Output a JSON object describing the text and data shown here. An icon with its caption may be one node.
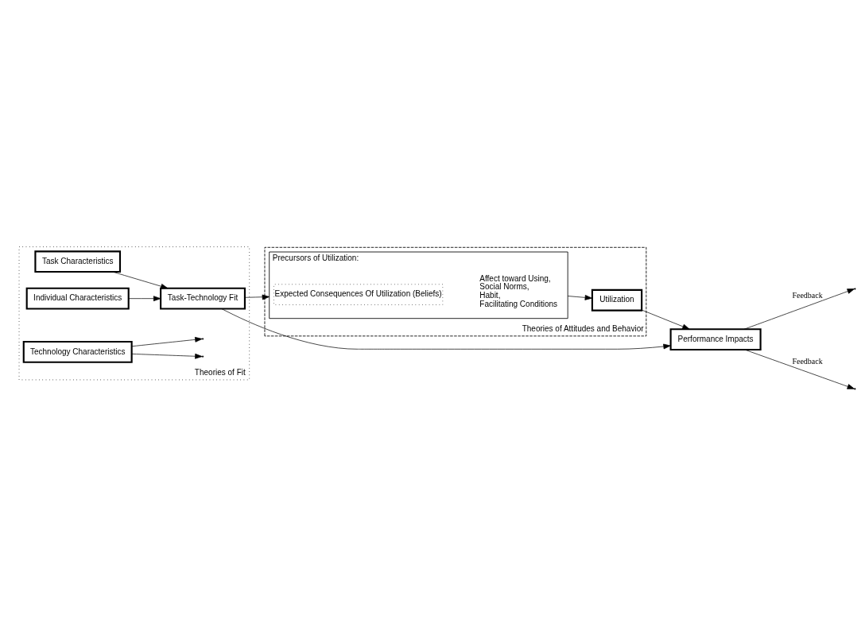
{
  "diagram": {
    "nodes": [
      {
        "text": [
          "Theories of Fit"
        ]
      },
      {
        "text": [
          "Task Characteristics"
        ],
        "in": 0
      },
      {
        "text": [
          "Technology Characteristics"
        ],
        "in": 0
      },
      {
        "text": [
          "Individual Characteristics"
        ],
        "in": 0
      },
      {
        "text": [
          "Task-Technology Fit"
        ],
        "in": 0
      },
      {
        "text": [
          "Performance Impacts"
        ]
      },
      {
        "text": [
          "Theories of Attitudes and Behavior"
        ]
      },
      {
        "text": [
          "Precursors of Utilization:",
          "Affect toward Using,",
          "Social Norms,",
          "Habit,",
          "Facilitating Conditions"
        ],
        "in": 6
      },
      {
        "text": [
          "Expected Consequences Of Utilization (Beliefs)"
        ],
        "in": 7
      },
      {
        "text": [
          "Utilization"
        ],
        "in": 6
      }
    ],
    "edges": [
      {
        "from": 1,
        "to": 4,
        "arrow": "to"
      },
      {
        "from": 2,
        "to": null,
        "arrow": "to"
      },
      {
        "from": 2,
        "to": null,
        "arrow": "to"
      },
      {
        "from": 3,
        "to": 4,
        "arrow": "to"
      },
      {
        "from": 4,
        "to": 7,
        "arrow": "to"
      },
      {
        "from": 7,
        "to": 9,
        "arrow": "to"
      },
      {
        "from": 4,
        "to": 5,
        "arrow": "to"
      },
      {
        "from": 9,
        "to": 5,
        "arrow": "to"
      },
      {
        "from": 5,
        "to": null,
        "arrow": "to",
        "label": "Feedback"
      },
      {
        "from": 5,
        "to": null,
        "arrow": "to",
        "label": "Feedback"
      }
    ]
  }
}
